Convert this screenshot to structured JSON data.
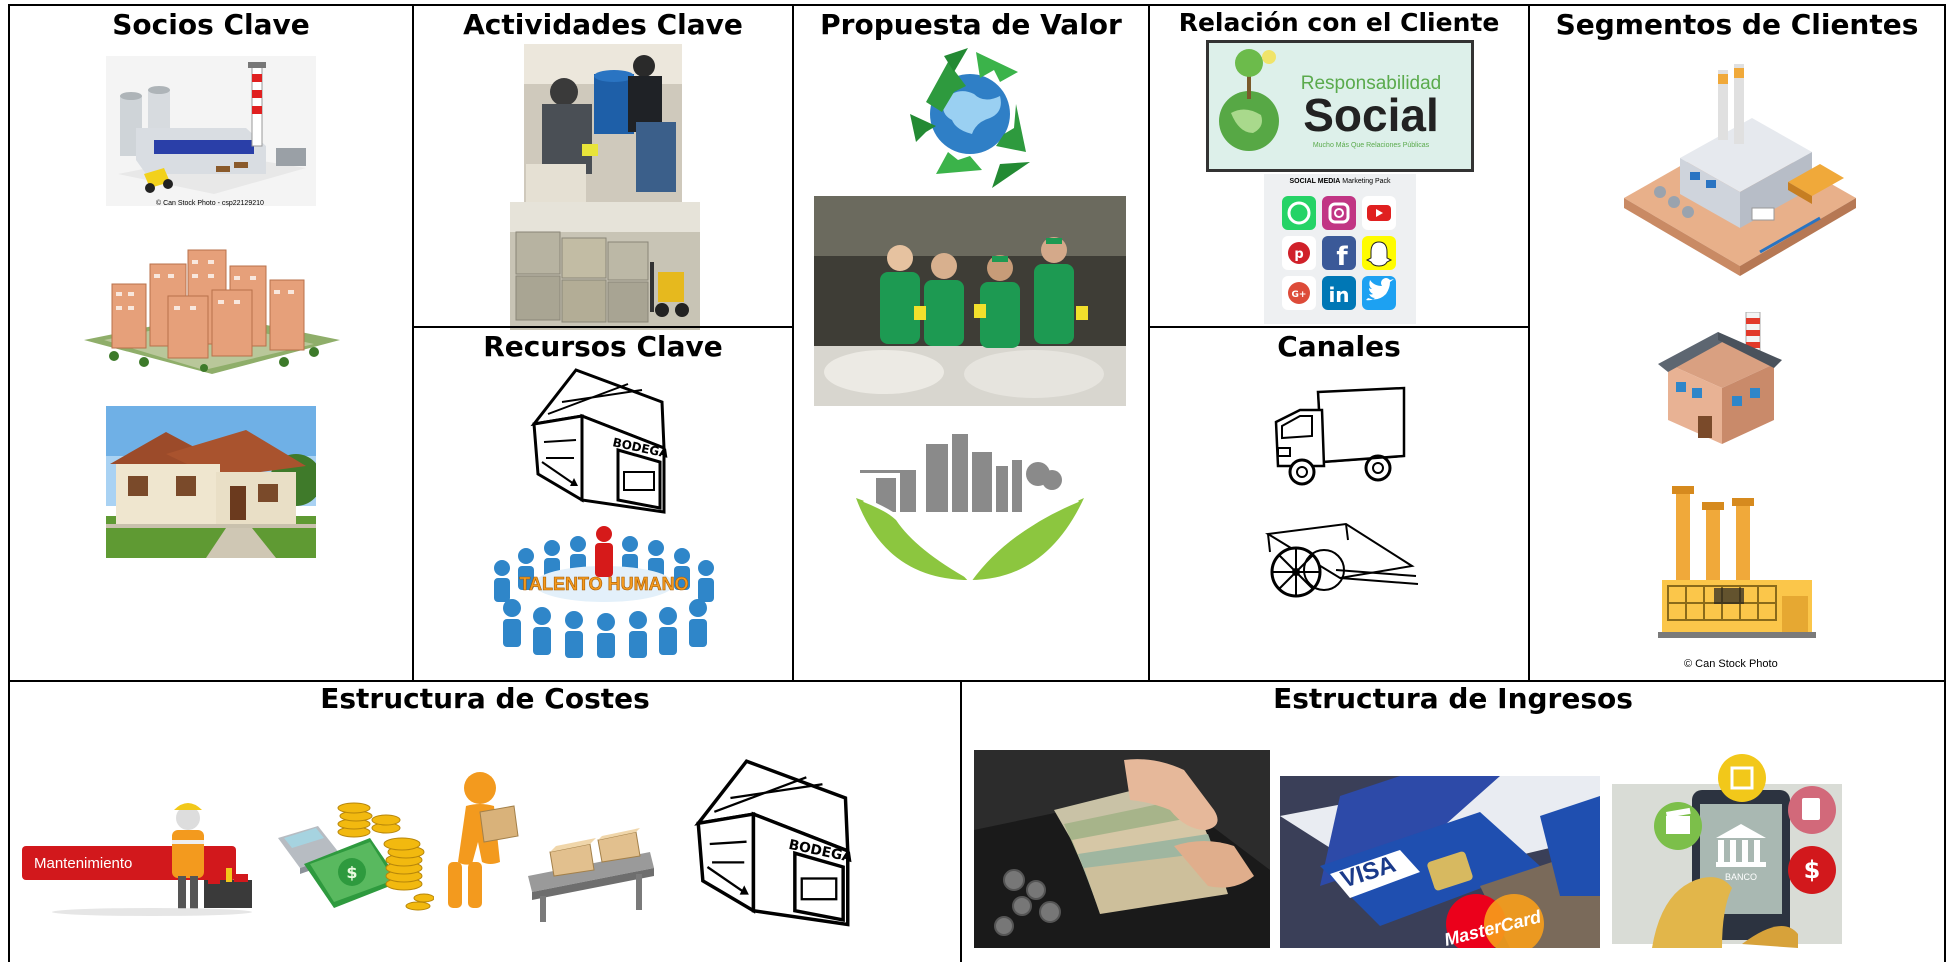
{
  "canvas": {
    "sections": {
      "socios": {
        "title": "Socios Clave",
        "caption": "© Can Stock Photo - csp22129210"
      },
      "actividades": {
        "title": "Actividades Clave"
      },
      "propuesta": {
        "title": "Propuesta de Valor"
      },
      "relacion": {
        "title": "Relación con el Cliente",
        "badge_word1": "Responsabilidad",
        "badge_word2": "Social",
        "badge_sub": "Mucho Más Que Relaciones Públicas",
        "social_pack_prefix": "SOCIAL MEDIA",
        "social_pack_suffix": "Marketing Pack"
      },
      "segmentos": {
        "title": "Segmentos de Clientes",
        "caption": "© Can Stock Photo"
      },
      "recursos": {
        "title": "Recursos Clave",
        "warehouse_label": "BODEGA",
        "talent_label": "TALENTO HUMANO"
      },
      "canales": {
        "title": "Canales"
      },
      "costes": {
        "title": "Estructura de Costes",
        "maintenance_label": "Mantenimiento",
        "warehouse_label": "BODEGA"
      },
      "ingresos": {
        "title": "Estructura de Ingresos",
        "card_brand_1": "VISA",
        "card_brand_2": "MasterCard",
        "bank_label": "BANCO"
      }
    }
  },
  "colors": {
    "border": "#000000",
    "green": "#2e9a3e",
    "leaf_green": "#8cc63f",
    "person_blue": "#2f86c9",
    "maintenance_red": "#d2181c",
    "worker_orange": "#f39a1e",
    "factory_orange": "#f0a93a"
  },
  "icons": [
    "factory-icon",
    "apartment-buildings-icon",
    "house-icon",
    "recycling-workers-photo",
    "recycled-bales-photo",
    "recycle-globe-icon",
    "recyclers-team-photo",
    "green-city-leaf-icon",
    "responsabilidad-social-badge",
    "social-media-icons",
    "warehouse-icon",
    "talent-crowd-icon",
    "truck-icon",
    "cart-icon",
    "isometric-factory-icon",
    "small-factory-icon",
    "chimney-factory-icon",
    "maintenance-icon",
    "money-calculator-icon",
    "conveyor-worker-icon",
    "cash-register-photo",
    "credit-cards-photo",
    "mobile-banking-icon"
  ]
}
